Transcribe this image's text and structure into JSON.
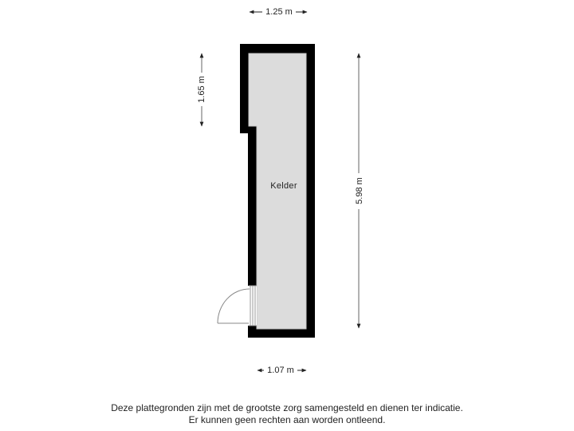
{
  "floorplan": {
    "rooms": [
      {
        "name": "Kelder"
      }
    ],
    "dimensions": {
      "top_width": "1.25 m",
      "bottom_width": "1.07 m",
      "left_upper_height": "1.65 m",
      "right_height": "5.98 m"
    },
    "colors": {
      "wall": "#000000",
      "floor": "#dcdcdc",
      "dimension_line": "#333333",
      "background": "#ffffff"
    }
  },
  "disclaimer": {
    "line1": "Deze plattegronden zijn met de grootste zorg samengesteld en dienen ter indicatie.",
    "line2": "Er kunnen geen rechten aan worden ontleend."
  }
}
